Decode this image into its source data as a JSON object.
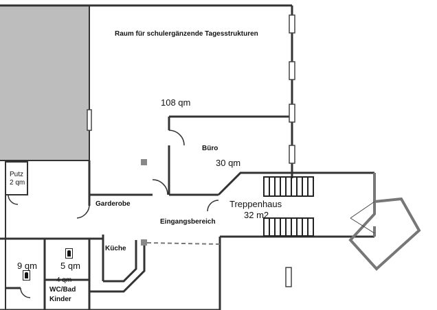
{
  "rooms": {
    "schule": {
      "name": "Raum für schulergänzende Tagesstrukturen",
      "area": "108 qm"
    },
    "buero": {
      "name": "Büro",
      "area": "30 qm"
    },
    "putz": {
      "name": "Putz",
      "area": "2 qm"
    },
    "garderobe": {
      "name": "Garderobe"
    },
    "eingang": {
      "name": "Eingangsbereich"
    },
    "treppenhaus": {
      "name": "Treppenhaus",
      "area": "32 m2"
    },
    "kueche": {
      "name": "Küche"
    },
    "wc1": {
      "area": "9 qm"
    },
    "wc2": {
      "area": "5 qm"
    },
    "wcbad": {
      "area": "4 qm",
      "name_line1": "WC/Bad",
      "name_line2": "Kinder"
    }
  },
  "colors": {
    "wall": "#333333",
    "gray_area": "#bdbdbd",
    "window": "#888888",
    "stair_wall": "#777777"
  }
}
